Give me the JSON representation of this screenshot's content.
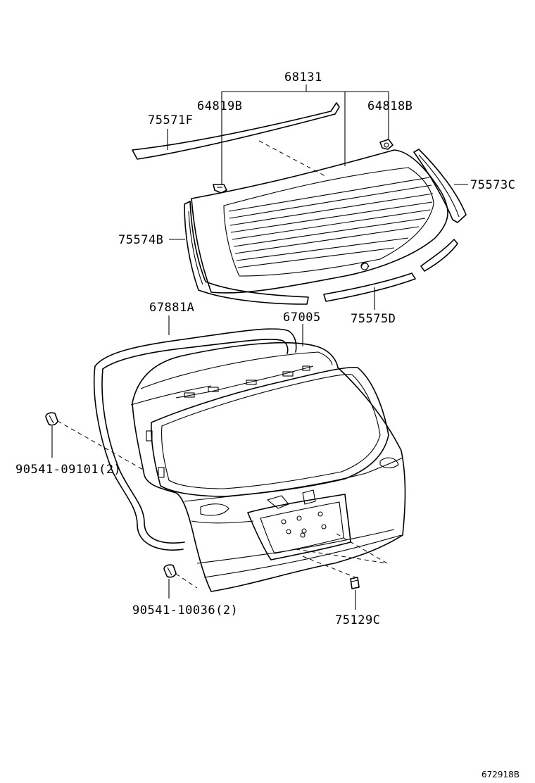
{
  "parts": {
    "p68131": "68131",
    "p64819B": "64819B",
    "p64818B": "64818B",
    "p75571F": "75571F",
    "p75573C": "75573C",
    "p75574B": "75574B",
    "p75575D": "75575D",
    "p67881A": "67881A",
    "p67005": "67005",
    "p90541_09101": "90541-09101(2)",
    "p90541_10036": "90541-10036(2)",
    "p75129C": "75129C"
  },
  "figure_code": "672918B"
}
